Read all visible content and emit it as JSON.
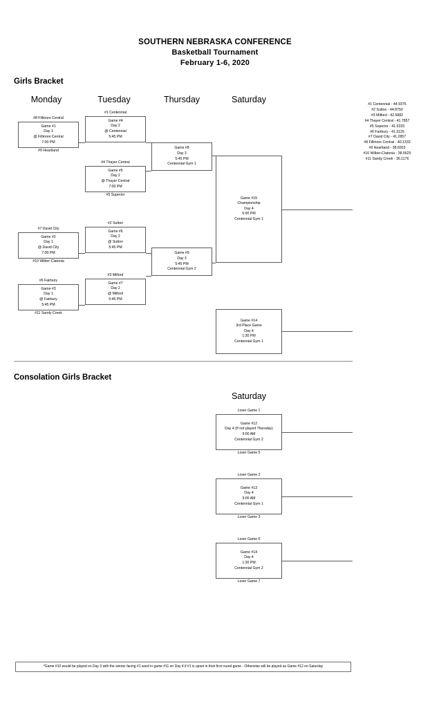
{
  "header": {
    "line1": "SOUTHERN NEBRASKA CONFERENCE",
    "line2": "Basketball Tournament",
    "line3": "February 1-6, 2020"
  },
  "sections": {
    "girls_bracket_title": "Girls Bracket",
    "consolation_title": "Consolation Girls Bracket"
  },
  "day_headers": {
    "monday": "Monday",
    "tuesday": "Tuesday",
    "thursday": "Thursday",
    "saturday": "Saturday",
    "consolation_saturday": "Saturday"
  },
  "seeds": [
    "#1 Centennial - 44.9375",
    "#2 Sutton - 44.8750",
    "#3 Milford - 42.5882",
    "#4 Thayer Central - 41.7857",
    "#5 Superior - 41.5333",
    "#6 Fairbury - 41.3125",
    "#7 David City - 41.2857",
    "#8 Fillmore Central - 40.1333",
    "#9 Heartland - 38.6923",
    "#10 Wilber-Clatonia - 38.5625",
    "#11 Sandy Creek - 36.1176"
  ],
  "games": {
    "game1": {
      "top_slot": "#8 Fillmore Central",
      "bottom_slot": "#9 Heartland",
      "l1": "Game #1",
      "l2": "Day 1",
      "l3": "@ Fillmore Central",
      "l4": "7:00 PM"
    },
    "game2": {
      "top_slot": "#7 David City",
      "bottom_slot": "#10 Wilber-Clatonia",
      "l1": "Game #2",
      "l2": "Day 1",
      "l3": "@ David City",
      "l4": "7:00 PM"
    },
    "game3": {
      "top_slot": "#6 Fairbury",
      "bottom_slot": "#11 Sandy Creek",
      "l1": "Game #3",
      "l2": "Day 1",
      "l3": "@ Fairbury",
      "l4": "5:45 PM"
    },
    "game4": {
      "top_slot": "#1 Centennial",
      "l1": "Game #4",
      "l2": "Day 2",
      "l3": "@ Centennial",
      "l4": "5:45 PM"
    },
    "game5": {
      "top_slot": "#4 Thayer Central",
      "bottom_slot": "#5 Superior",
      "l1": "Game #5",
      "l2": "Day 2",
      "l3": "@ Thayer Central",
      "l4": "7:00 PM"
    },
    "game6": {
      "top_slot": "#2 Sutton",
      "l1": "Game #6",
      "l2": "Day 2",
      "l3": "@ Sutton",
      "l4": "5:45 PM"
    },
    "game7": {
      "top_slot": "#3 Milford",
      "l1": "Game #7",
      "l2": "Day 2",
      "l3": "@ Milford",
      "l4": "5:45 PM"
    },
    "game8": {
      "l1": "Game #8",
      "l2": "Day 3",
      "l3": "5:45 PM",
      "l4": "Centennial Gym 1"
    },
    "game9": {
      "l1": "Game #9",
      "l2": "Day 3",
      "l3": "5:45 PM",
      "l4": "Centennial Gym 2"
    },
    "game15": {
      "l1": "Game #15",
      "l2": "Championship",
      "l3": "Day 4",
      "l4": "6:00 PM",
      "l5": "Centennial Gym 1"
    },
    "game14_third": {
      "l1": "Game #14",
      "l2": "3rd Place Game",
      "l3": "Day 4",
      "l4": "1:30 PM",
      "l5": "Centennial Gym 1"
    },
    "game12": {
      "top_slot": "Loser Game 1",
      "bottom_slot": "Loser Game 5",
      "l1": "Game #12",
      "l2": "Day 4 (If not played Thursday)",
      "l3": "9:00 AM",
      "l4": "Centennial Gym 2"
    },
    "game13": {
      "top_slot": "Loser Game 2",
      "bottom_slot": "Loser Game 3",
      "l1": "Game #13",
      "l2": "Day 4",
      "l3": "9:00 AM",
      "l4": "Centennial Gym 1"
    },
    "game14_consolation": {
      "top_slot": "Loser Game 6",
      "bottom_slot": "Loser Game 7",
      "l1": "Game #14",
      "l2": "Day 4",
      "l3": "1:30 PM",
      "l4": "Centennial Gym 2"
    }
  },
  "footnote": "*Game #10 would be played on Day 3 with the winner facing #1 seed in game #11 on Day 4 if #1 is upset in their first round game - Otherwise will be played as Game #12 on Saturday",
  "colors": {
    "text": "#000000",
    "line": "#595959",
    "background": "#ffffff"
  }
}
